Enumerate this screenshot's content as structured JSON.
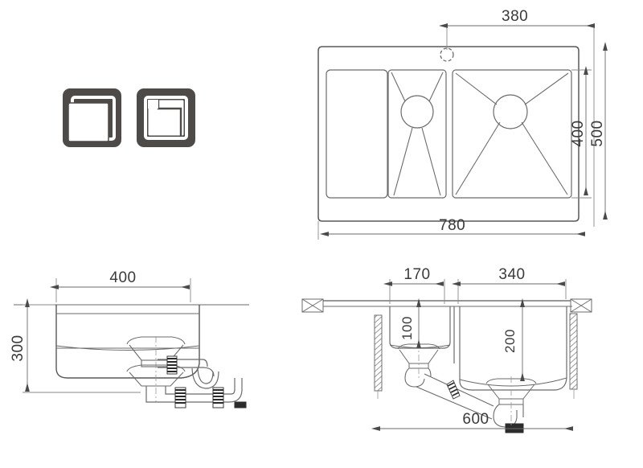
{
  "drawing": {
    "title": "Kitchen sink technical dimension drawing",
    "units": "mm",
    "line_color": "#555555",
    "dim_line_color": "#6a6a6a",
    "text_color": "#3a3a3a",
    "background": "#ffffff",
    "icon_fill": "#4d4a48",
    "icon_inner": "#ffffff"
  },
  "icons": {
    "bowl_config_left": {
      "name": "bowl-config-left",
      "label": ""
    },
    "bowl_config_right": {
      "name": "bowl-config-right",
      "label": ""
    }
  },
  "views": {
    "top": {
      "name": "top-view",
      "dimensions": {
        "tap_hole_offset": "380",
        "bowl_depth": "400",
        "overall_depth": "500",
        "overall_width": "780"
      }
    },
    "side_left": {
      "name": "side-elevation-view",
      "dimensions": {
        "width": "400",
        "height": "300"
      }
    },
    "section_right": {
      "name": "section-view",
      "dimensions": {
        "small_bowl_width": "170",
        "large_bowl_width": "340",
        "small_bowl_depth": "100",
        "large_bowl_depth": "200",
        "cabinet_width": "600"
      }
    }
  },
  "labels": [
    {
      "id": "d380",
      "text": "380"
    },
    {
      "id": "d400_top",
      "text": "400"
    },
    {
      "id": "d500",
      "text": "500"
    },
    {
      "id": "d780",
      "text": "780"
    },
    {
      "id": "d400_side",
      "text": "400"
    },
    {
      "id": "d300",
      "text": "300"
    },
    {
      "id": "d170",
      "text": "170"
    },
    {
      "id": "d340",
      "text": "340"
    },
    {
      "id": "d100",
      "text": "100"
    },
    {
      "id": "d200",
      "text": "200"
    },
    {
      "id": "d600",
      "text": "600"
    }
  ]
}
